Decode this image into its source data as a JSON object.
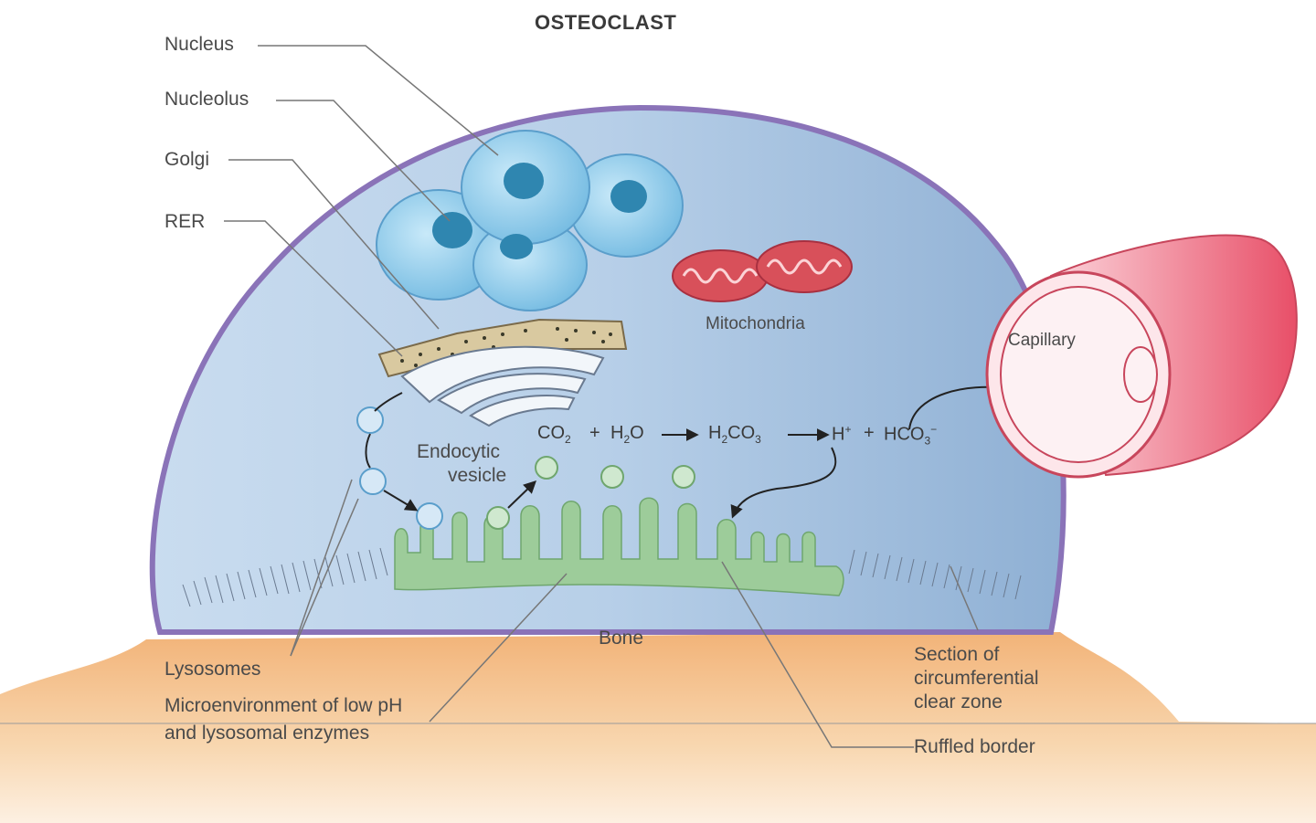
{
  "title": "OSTEOCLAST",
  "labels": {
    "nucleus": "Nucleus",
    "nucleolus": "Nucleolus",
    "golgi": "Golgi",
    "rer": "RER",
    "mitochondria": "Mitochondria",
    "capillary": "Capillary",
    "endocytic_vesicle_1": "Endocytic",
    "endocytic_vesicle_2": "vesicle",
    "bone": "Bone",
    "lysosomes": "Lysosomes",
    "microenvironment_1": "Microenvironment of low pH",
    "microenvironment_2": "and lysosomal enzymes",
    "clear_zone_1": "Section of",
    "clear_zone_2": "circumferential",
    "clear_zone_3": "clear zone",
    "ruffled_border": "Ruffled border"
  },
  "equation": {
    "co2": "CO",
    "co2_sub": "2",
    "plus1": "+",
    "h2o_a": "H",
    "h2o_sub": "2",
    "h2o_b": "O",
    "h2co3_a": "H",
    "h2co3_sub1": "2",
    "h2co3_b": "CO",
    "h2co3_sub2": "3",
    "h_ion": "H",
    "h_sup": "+",
    "plus2": "+",
    "hco3_a": "HCO",
    "hco3_sub": "3",
    "hco3_sup": "−"
  },
  "colors": {
    "cell_fill": "#b9cfe6",
    "cell_border": "#8a73b8",
    "nucleus_fill": "#8fcbeb",
    "nucleolus_fill": "#2f86b0",
    "mitochondria": "#d8505a",
    "capillary": "#ef7f92",
    "ruffled_border": "#9dcc9a",
    "bone": "#f4c08c"
  }
}
